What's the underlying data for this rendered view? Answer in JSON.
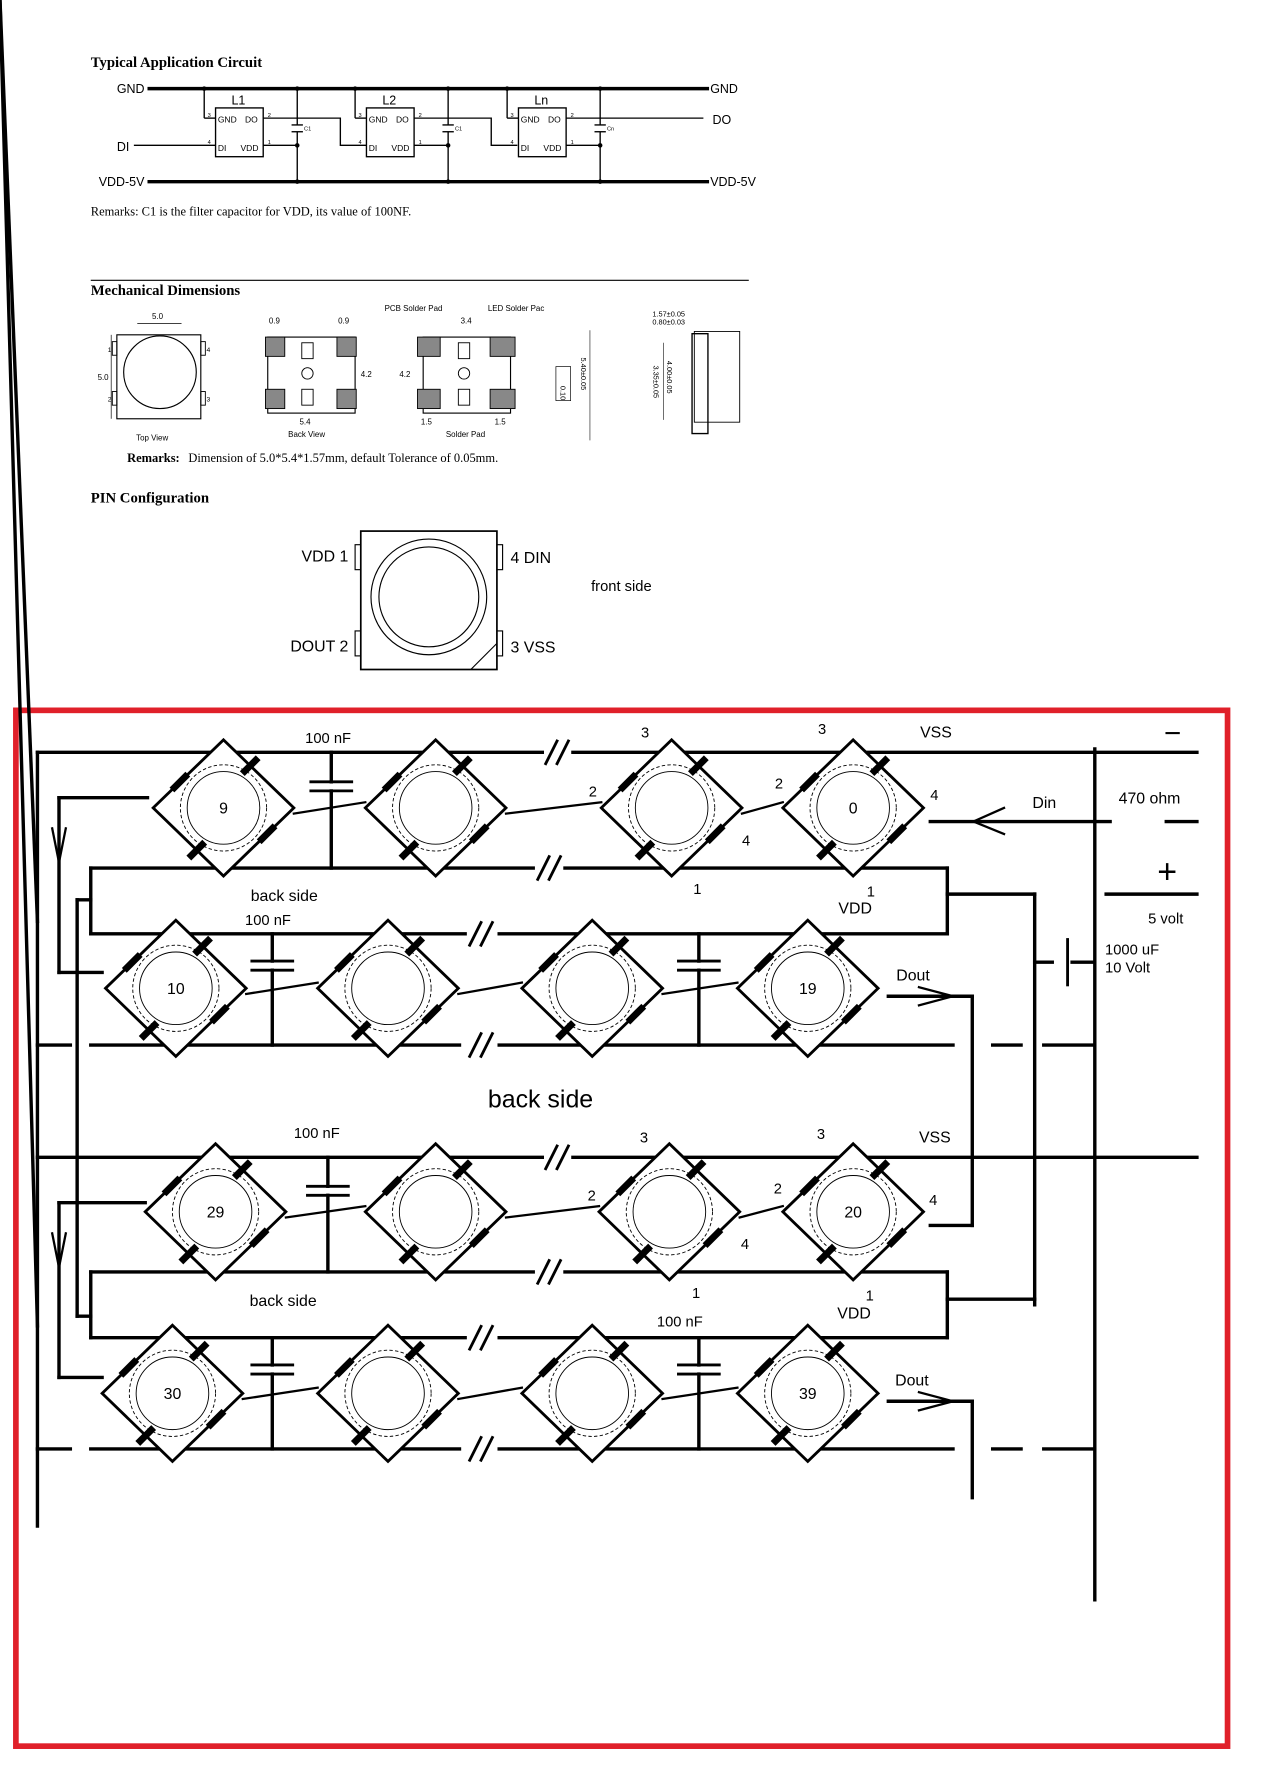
{
  "colors": {
    "frame": "#e0202a",
    "ink": "#000000"
  },
  "app_circuit": {
    "title": "Typical Application Circuit",
    "gnd": "GND",
    "gnd_right": "GND",
    "di": "DI",
    "do": "DO",
    "vdd": "VDD-5V",
    "vdd_right": "VDD-5V",
    "chips": [
      {
        "name": "L1",
        "cap": "C1"
      },
      {
        "name": "L2",
        "cap": "C1"
      },
      {
        "name": "Ln",
        "cap": "Cn"
      }
    ],
    "pin_gnd": "GND",
    "pin_do": "DO",
    "pin_di": "DI",
    "pin_vdd": "VDD",
    "pin_nums": [
      "3",
      "2",
      "4",
      "1"
    ],
    "remarks": "Remarks: C1 is the filter capacitor for VDD, its value of 100NF."
  },
  "mechanical": {
    "title": "Mechanical  Dimensions",
    "top_view": "Top View",
    "back_view": "Back View",
    "solder_pad": "Solder Pad",
    "pcb_pad": "PCB Solder Pad",
    "led_pad": "LED Solder Pac",
    "dims": {
      "w50": "5.0",
      "h50": "5.0",
      "d09": "0.9",
      "d54": "5.4",
      "d42": "4.2",
      "d34": "3.4",
      "d15": "1.5",
      "t157": "1.57±0.05",
      "t080": "0.80±0.03",
      "t540": "5.40±0.05",
      "t400": "4.00±0.05",
      "t335": "3.35±0.05",
      "t010": "0.10"
    },
    "top_pins": [
      "1",
      "2",
      "3",
      "4"
    ],
    "remarks_label": "Remarks:",
    "remarks": "Dimension  of  5.0*5.4*1.57mm,  default  Tolerance  of  0.05mm."
  },
  "pin_config": {
    "title": "PIN  Configuration",
    "pins": {
      "p1": "VDD 1",
      "p2": "DOUT 2",
      "p3": "3  VSS",
      "p4": "4  DIN"
    },
    "side": "front side"
  },
  "schematic": {
    "leds": [
      "9",
      "",
      "",
      "0",
      "10",
      "",
      "",
      "19",
      "29",
      "",
      "",
      "20",
      "30",
      "",
      "",
      "39"
    ],
    "cap_labels": [
      "100 nF",
      "100 nF",
      "100 nF",
      "100 nF"
    ],
    "pin_labels": {
      "p3": "3",
      "p2": "2",
      "p4": "4",
      "p1": "1"
    },
    "vss": "VSS",
    "vdd": "VDD",
    "back_side": "back side",
    "back_side_big": "back side",
    "din": "Din",
    "dout": "Dout",
    "resistor": "470 ohm",
    "minus": "−",
    "plus": "+",
    "supply": "5 volt",
    "bulk_cap": "1000 uF",
    "bulk_cap_voltage": "10 Volt"
  }
}
